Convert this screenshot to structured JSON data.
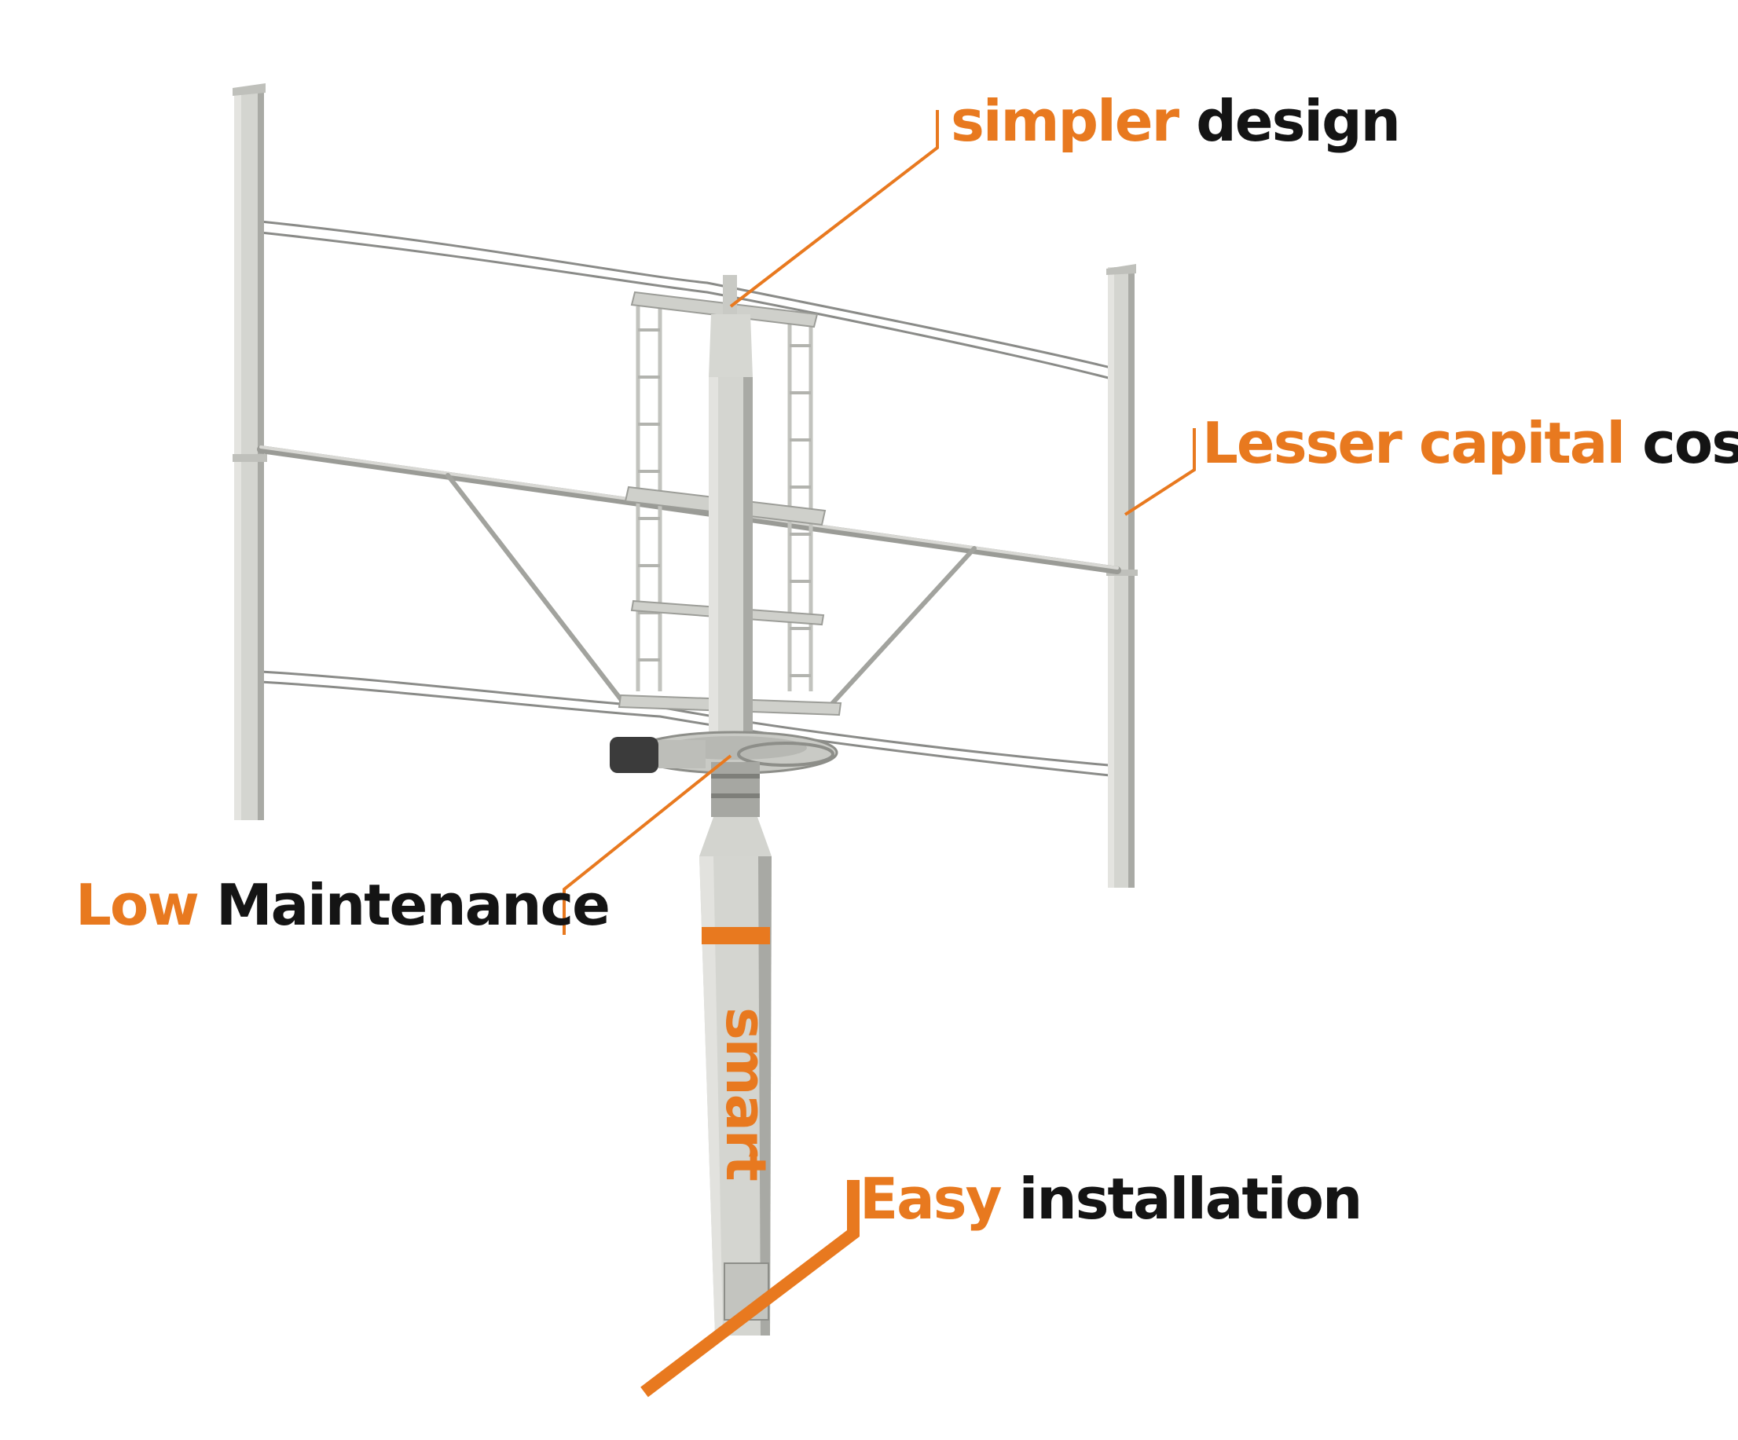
{
  "colors": {
    "accent": "#e8791f",
    "text_dark": "#141414",
    "turbine_grey": "#d4d5d0",
    "turbine_shadow": "#9a9b96",
    "background": "#ffffff"
  },
  "callouts": [
    {
      "highlight": "simpler",
      "rest": "design"
    },
    {
      "highlight": "Lesser capital",
      "rest": "cost"
    },
    {
      "highlight": "Low",
      "rest": "Maintenance"
    },
    {
      "highlight": "Easy",
      "rest": "installation"
    }
  ],
  "tower_label": "smart"
}
